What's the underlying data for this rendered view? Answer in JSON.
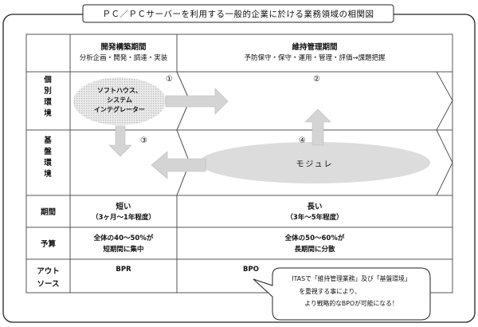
{
  "title": "ＰＣ／ＰＣサーバーを利用する一般的企業に於ける業務領域の相関図",
  "phases": {
    "dev": {
      "title": "開発構築期間",
      "sub": "分析企画・開発・調達・実装"
    },
    "maint": {
      "title": "維持管理期間",
      "sub": "予防保守・保守・運用・管理・評価→課題把握"
    }
  },
  "rows": {
    "individual": [
      "個",
      "別",
      "環",
      "境"
    ],
    "base": [
      "基",
      "盤",
      "環",
      "境"
    ],
    "period": "期間",
    "budget": "予算",
    "outsource_1": "アウト",
    "outsource_2": "ソース"
  },
  "markers": {
    "m1": "①",
    "m2": "②",
    "m3": "③",
    "m4": "④"
  },
  "bubbles": {
    "software_1": "ソフトハウス、",
    "software_2": "システム",
    "software_3": "インテグレーター",
    "modulex": "モジュレ"
  },
  "period": {
    "short": "短い",
    "short_sub": "（3ヶ月〜1年程度）",
    "long": "長い",
    "long_sub": "（3年〜5年程度）"
  },
  "budget": {
    "dev_1": "全体の40〜50%が",
    "dev_2": "短期間に集中",
    "maint_1": "全体の50〜60%が",
    "maint_2": "長期間に分散"
  },
  "outsource": {
    "dev": "BPR",
    "maint": "BPO"
  },
  "callout": {
    "line1": "ITASで「維持管理業務」及び「基盤環境」",
    "line2": "を重視する事により、",
    "line3": "より戦略的なBPOが可能になる！"
  },
  "colors": {
    "border": "#222222",
    "arrow": "#d4d4d4",
    "bubble": "#dcdcdc",
    "grid": "#555555"
  }
}
